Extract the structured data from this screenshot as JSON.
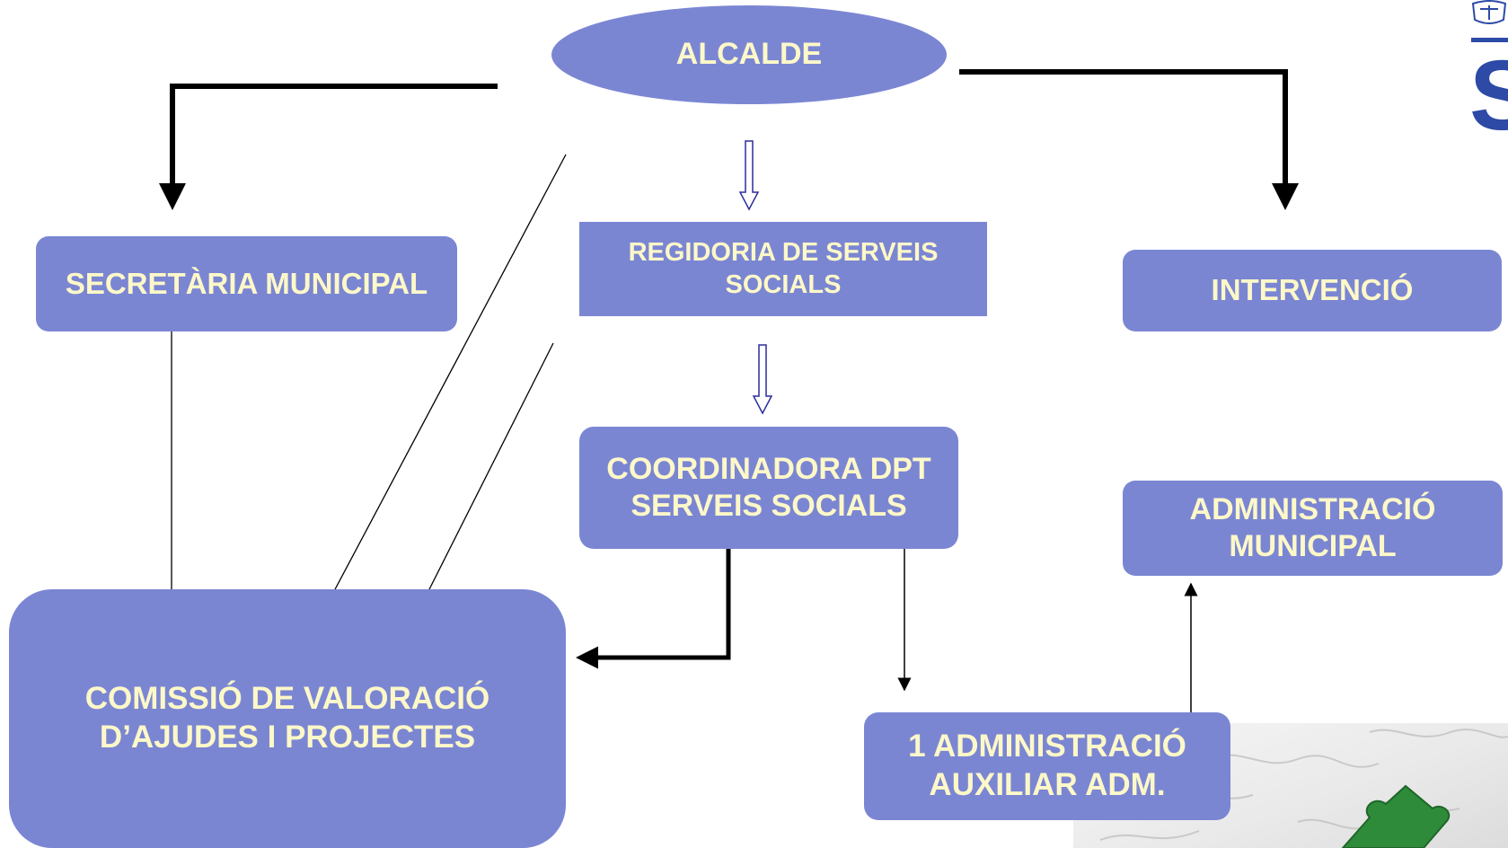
{
  "diagram": {
    "nodes": {
      "alcalde": "ALCALDE",
      "secretaria": "SECRETÀRIA MUNICIPAL",
      "regidoria": "REGIDORIA DE SERVEIS\nSOCIALS",
      "intervencio": "INTERVENCIÓ",
      "coordinadora": "COORDINADORA DPT\nSERVEIS SOCIALS",
      "administracio_municipal": "ADMINISTRACIÓ\nMUNICIPAL",
      "comissio": "COMISSIÓ DE VALORACIÓ\nD’AJUDES I PROJECTES",
      "auxiliar": "1 ADMINISTRACIÓ\nAUXILIAR ADM."
    },
    "logo_letter": "S",
    "colors": {
      "node_fill": "#7b86d3",
      "node_text": "#fdf8c8",
      "connector": "#000000",
      "hollow_arrow": "#2a2f9a",
      "logo": "#2c4aa6",
      "puzzle_piece": "#2e8b3a"
    }
  }
}
